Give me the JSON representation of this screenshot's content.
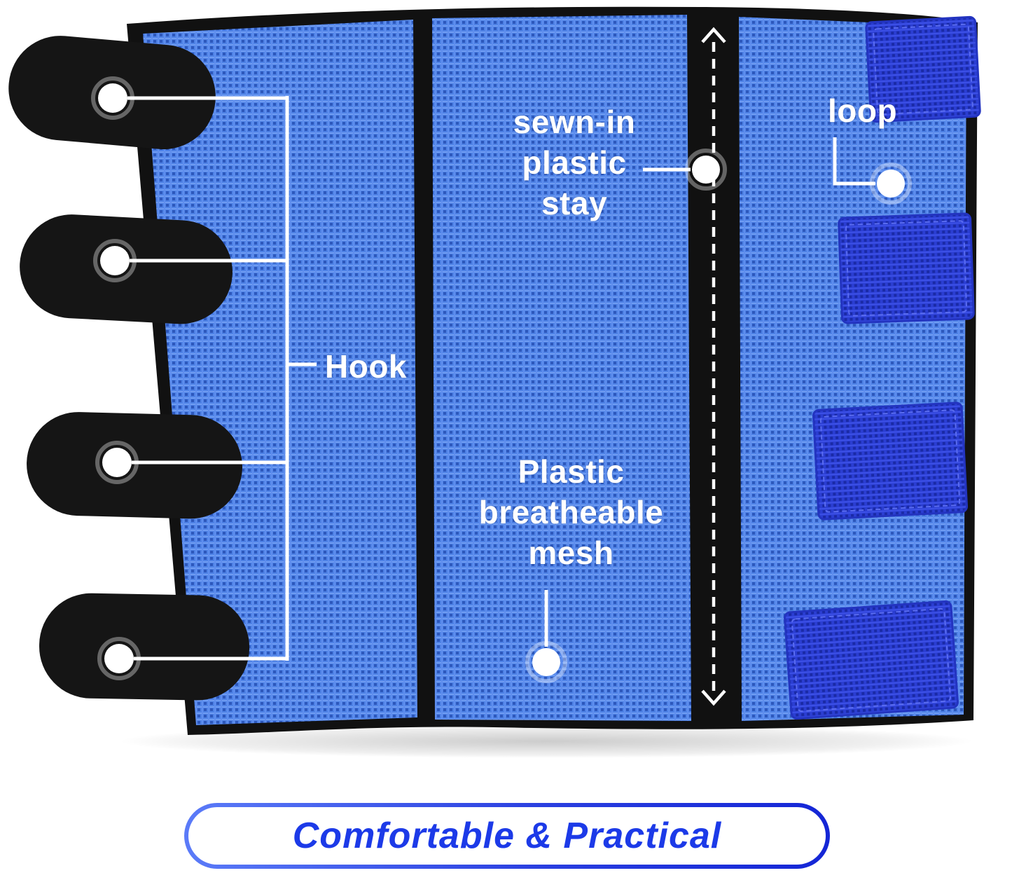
{
  "annotations": {
    "hook_label": "Hook",
    "loop_label": "loop",
    "stay_label": "sewn-in\nplastic\nstay",
    "mesh_label": "Plastic\nbreatheable\nmesh"
  },
  "banner": {
    "text": "Comfortable & Practical"
  },
  "colors": {
    "mesh_blue": "#4e82e6",
    "mesh_hole_blue": "#2d58bc",
    "patch_dark_blue": "#2b3ed2",
    "trim_black": "#111111",
    "annotation_white": "#ffffff",
    "banner_text_blue": "#1c3ae8",
    "banner_border_from": "#5b7bf8",
    "banner_border_to": "#1426d6"
  }
}
